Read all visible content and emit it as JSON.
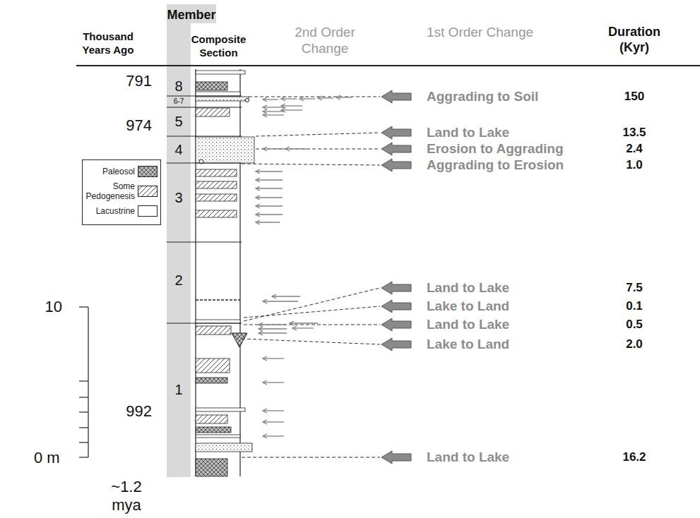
{
  "diagram": {
    "labels": [
      "Member",
      "Thousand Years Ago",
      "Composite Section",
      "2nd Order Change",
      "1st Order Change",
      "Duration (Kyr)",
      "791",
      "8",
      "6-7",
      "Aggrading to Soil",
      "150",
      "974",
      "5",
      "Land to Lake",
      "13.5",
      "4",
      "Erosion to Aggrading",
      "2.4",
      "Aggrading to Erosion",
      "1.0",
      "3",
      "2",
      "Land to Lake",
      "7.5",
      "10",
      "Lake to Land",
      "0.1",
      "Land to Lake",
      "0.5",
      "Lake to Land",
      "2.0",
      "1",
      "992",
      "0 m",
      "Land to Lake",
      "16.2",
      "~1.2 mya"
    ],
    "legend": [
      {
        "text": "Paleosol"
      },
      {
        "text": "Some Pedogenesis"
      },
      {
        "text": "Lacustrine",
        "color": "#ffffff"
      }
    ]
  }
}
